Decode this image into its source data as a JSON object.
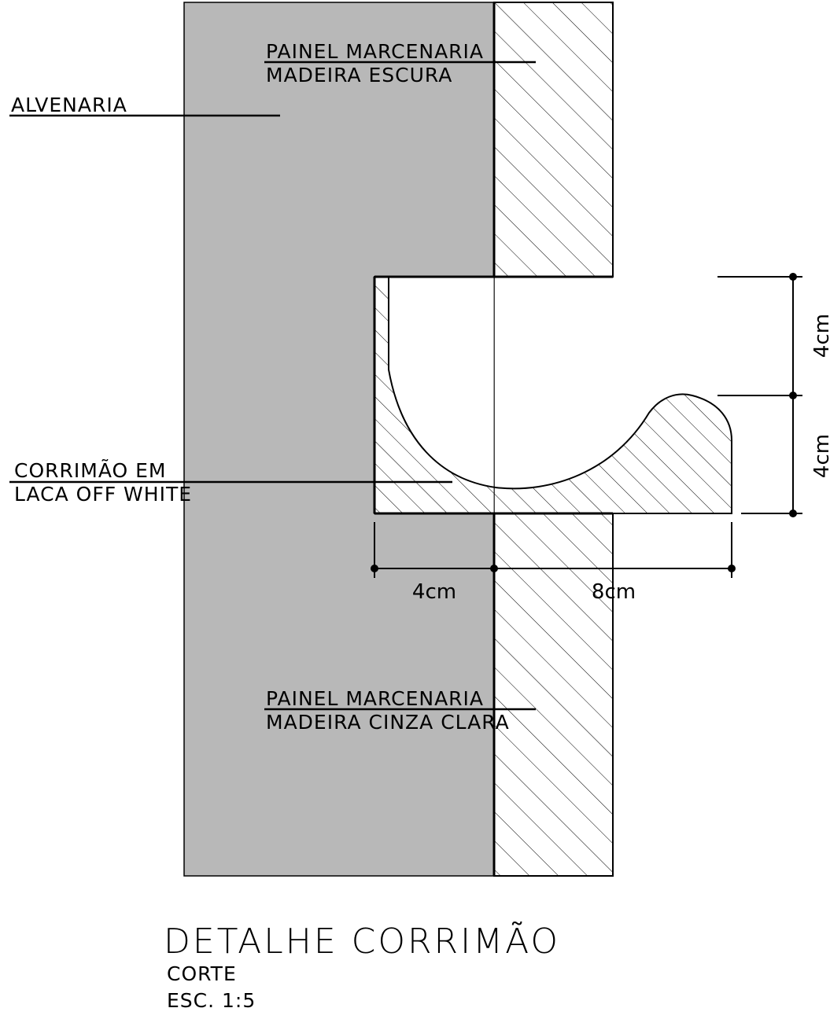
{
  "labels": {
    "painel_top_line1": "PAINEL MARCENARIA",
    "painel_top_line2": "MADEIRA ESCURA",
    "alvenaria": "ALVENARIA",
    "corrimao_line1": "CORRIMÃO EM",
    "corrimao_line2": "LACA OFF WHITE",
    "painel_bottom_line1": "PAINEL MARCENARIA",
    "painel_bottom_line2": "MADEIRA CINZA CLARA"
  },
  "dimensions": {
    "vertical_upper": "4cm",
    "vertical_lower": "4cm",
    "horizontal_left": "4cm",
    "horizontal_right": "8cm"
  },
  "title_block": {
    "title": "DETALHE CORRIMÃO",
    "subtitle": "CORTE",
    "scale": "ESC. 1:5"
  },
  "colors": {
    "masonry": "#b8b8b8",
    "line": "#000000",
    "background": "#ffffff"
  }
}
